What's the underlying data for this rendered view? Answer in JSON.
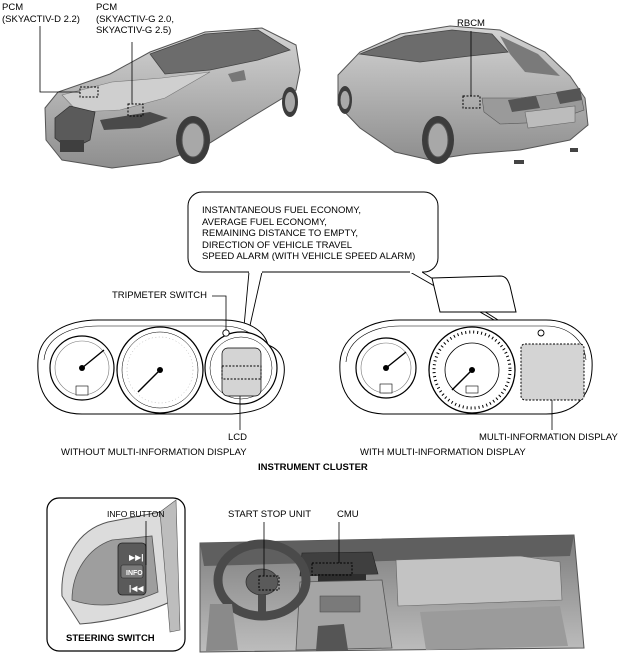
{
  "labels": {
    "pcm_diesel": "PCM\n(SKYACTIV-D 2.2)",
    "pcm_gasoline": "PCM\n(SKYACTIV-G 2.0,\nSKYACTIV-G 2.5)",
    "rbcm": "RBCM",
    "callout": "INSTANTANEOUS FUEL ECONOMY,\nAVERAGE FUEL ECONOMY,\nREMAINING DISTANCE TO EMPTY,\nDIRECTION OF VEHICLE TRAVEL\nSPEED ALARM (WITH VEHICLE SPEED ALARM)",
    "tripmeter_switch": "TRIPMETER SWITCH",
    "lcd": "LCD",
    "without_mid": "WITHOUT MULTI-INFORMATION DISPLAY",
    "mid": "MULTI-INFORMATION DISPLAY",
    "with_mid": "WITH MULTI-INFORMATION DISPLAY",
    "instrument_cluster": "INSTRUMENT CLUSTER",
    "info_button": "INFO BUTTON",
    "start_stop_unit": "START STOP UNIT",
    "cmu": "CMU",
    "steering_switch": "STEERING SWITCH",
    "info_key": "INFO"
  },
  "colors": {
    "body": "#b9b9b9",
    "shade": "#8f8f8f",
    "dark": "#4a4a4a",
    "lcd": "#d6d6d6"
  }
}
